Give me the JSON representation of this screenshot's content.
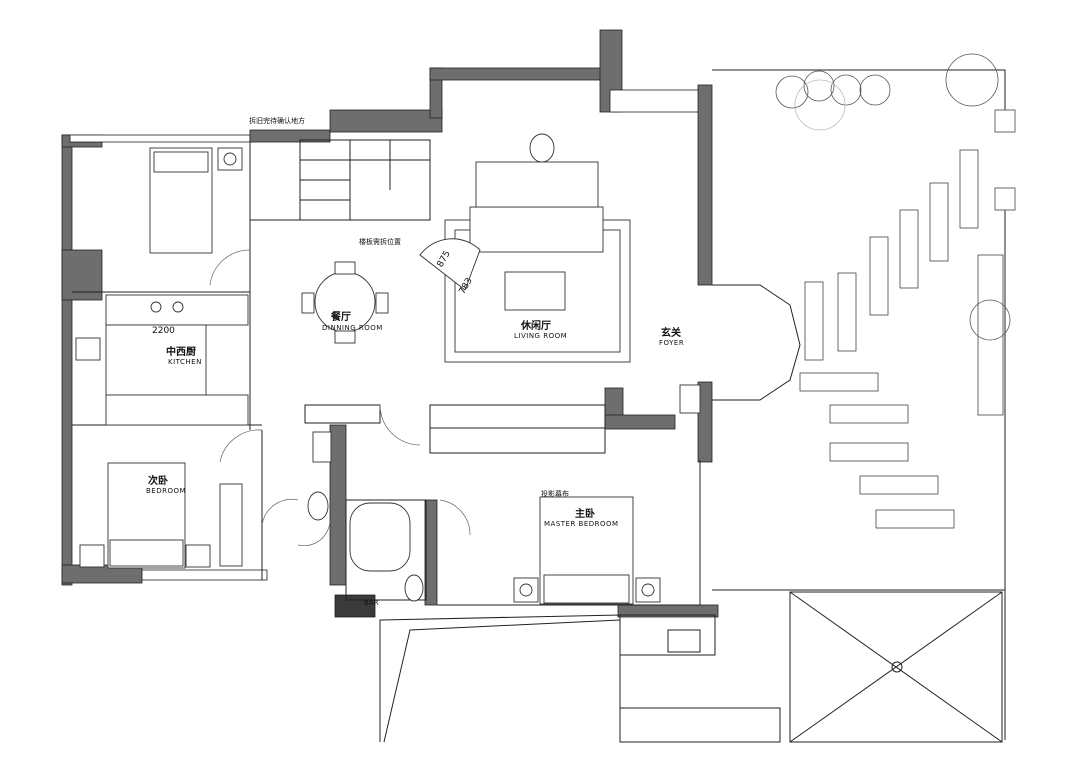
{
  "rooms": {
    "dining": {
      "zh": "餐厅",
      "en": "DINNING ROOM"
    },
    "living": {
      "zh": "休闲厅",
      "en": "LIVING ROOM"
    },
    "foyer": {
      "zh": "玄关",
      "en": "FOYER"
    },
    "kitchen": {
      "zh": "中西厨",
      "en": "KITCHEN"
    },
    "bedroom": {
      "zh": "次卧",
      "en": "BEDROOM"
    },
    "master_bedroom": {
      "zh": "主卧",
      "en": "MASTER BEDROOM"
    }
  },
  "notes": {
    "demolition": "拆旧完待确认地方",
    "stair_removal": "楼板需拆位置",
    "projection_screen": "投影幕布",
    "bar": "BAR"
  },
  "dimensions": {
    "kitchen_length": "2200",
    "chair_a": "875",
    "chair_b": "783"
  }
}
